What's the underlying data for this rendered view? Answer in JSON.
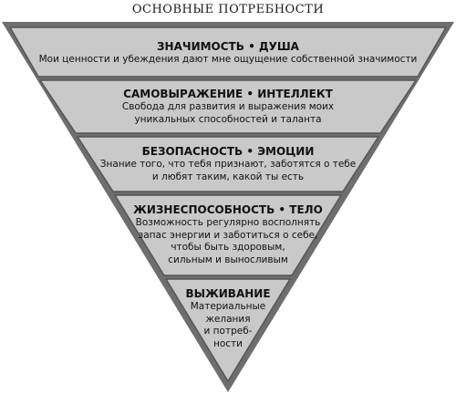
{
  "title": "ОСНОВНЫЕ ПОТРЕБНОСТИ",
  "colors": {
    "tier_fill": "#c9c9c9",
    "tier_border": "#555555",
    "outer_border": "#6e6e6e"
  },
  "tiers": [
    {
      "heading": "ЗНАЧИМОСТЬ • ДУША",
      "lines": [
        "Мои ценности и убеждения дают мне ощущение собственной значимости"
      ]
    },
    {
      "heading": "САМОВЫРАЖЕНИЕ • ИНТЕЛЛЕКТ",
      "lines": [
        "Свобода для развития и выражения моих",
        "уникальных способностей и таланта"
      ]
    },
    {
      "heading": "БЕЗОПАСНОСТЬ • ЭМОЦИИ",
      "lines": [
        "Знание того, что тебя признают, заботятся о тебе",
        "и любят таким, какой ты есть"
      ]
    },
    {
      "heading": "ЖИЗНЕСПОСОБНОСТЬ • ТЕЛО",
      "lines": [
        "Возможность регулярно восполнять",
        "запас энергии и заботиться о себе,",
        "чтобы быть здоровым,",
        "сильным и выносливым"
      ]
    },
    {
      "heading": "ВЫЖИВАНИЕ",
      "lines": [
        "Материальные",
        "желания",
        "и потреб-",
        "ности"
      ]
    }
  ]
}
